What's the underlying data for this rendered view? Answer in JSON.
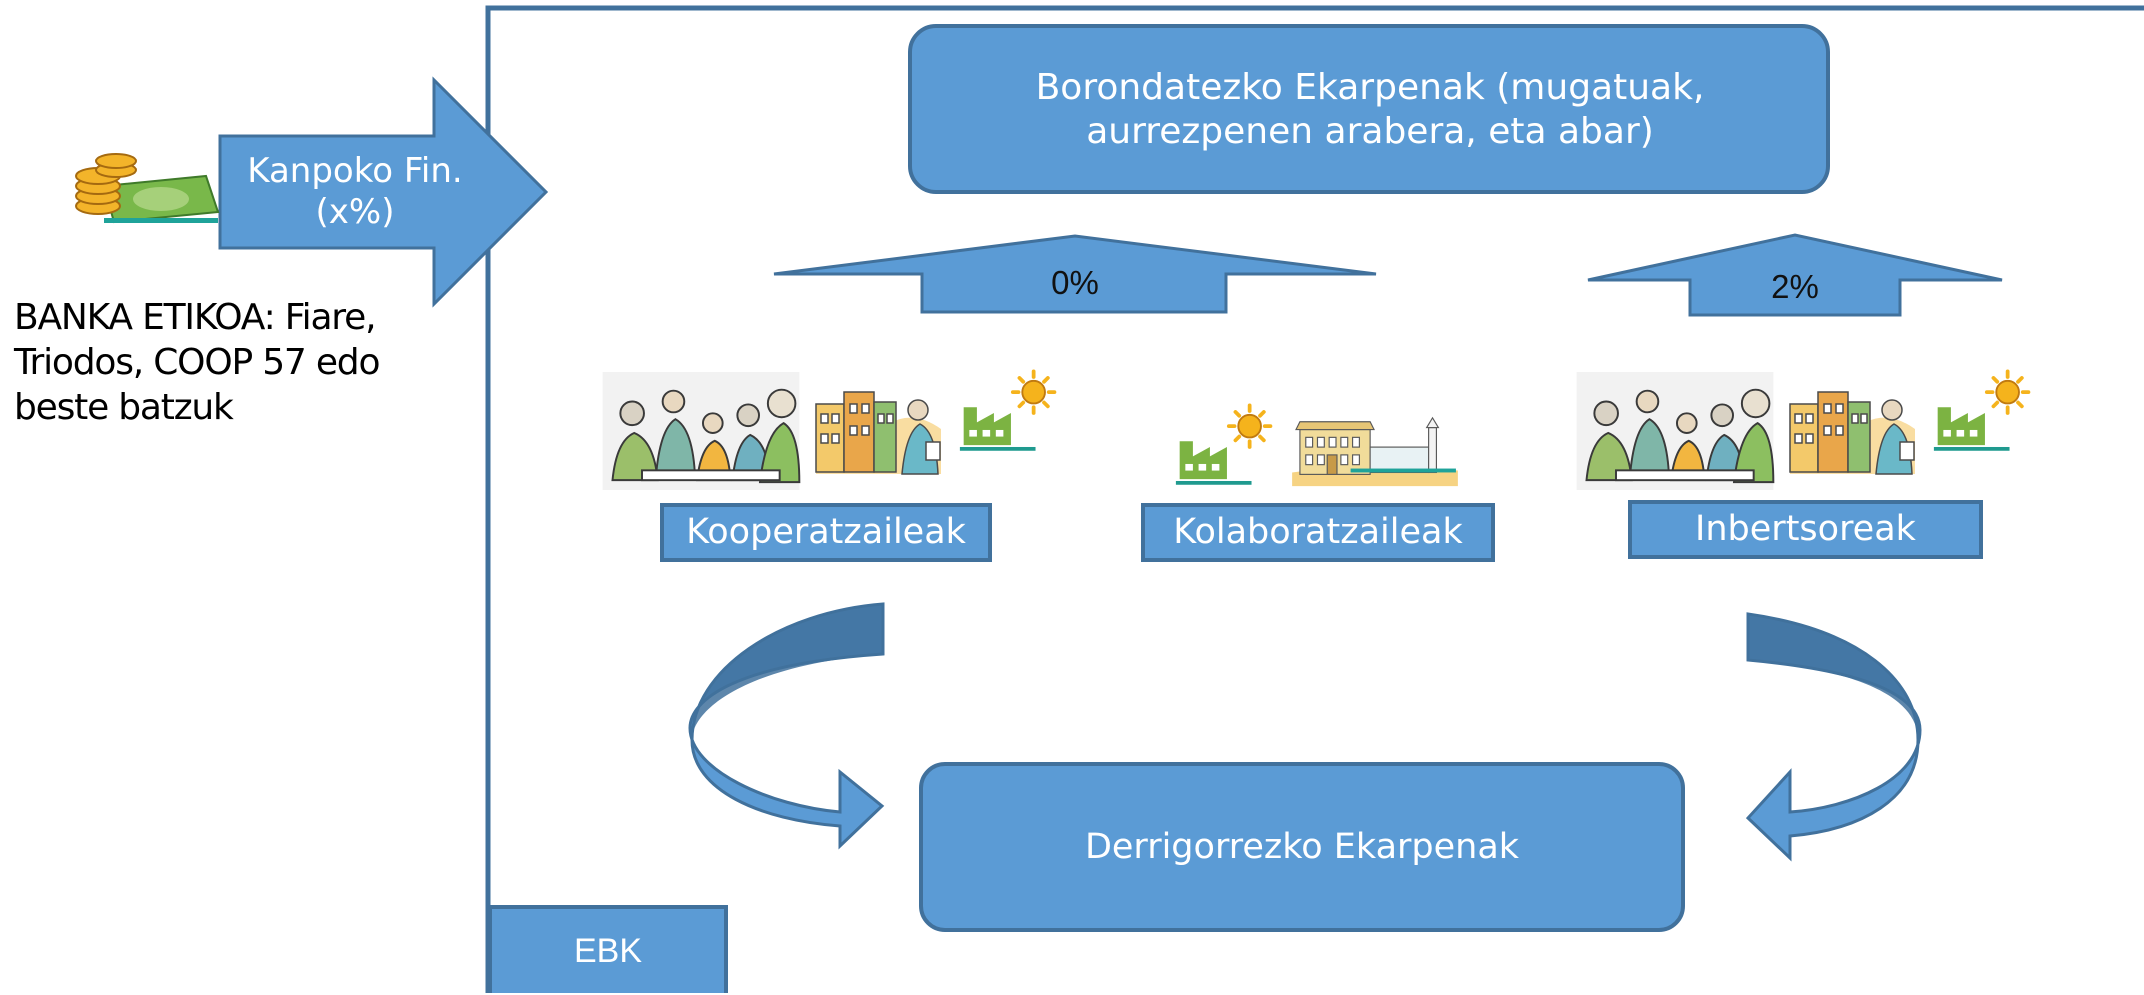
{
  "colors": {
    "box_fill": "#5b9bd5",
    "box_stroke": "#41719c",
    "curved_arrow": "#4a7fb5",
    "text_on_box": "#ffffff",
    "text_dark": "#000000"
  },
  "external_funding": {
    "arrow_label": "Kanpoko Fin.\n(x%)",
    "icon": "coins-and-banknote-icon",
    "ethical_banks": "BANKA ETIKOA: Fiare, Triodos, COOP 57 edo beste batzuk"
  },
  "top_box": "Borondatezko Ekarpenak (mugatuak, aurrezpenen arabera, eta abar)",
  "left_up_arrow": {
    "label": "0%"
  },
  "right_up_arrow": {
    "label": "2%"
  },
  "groups": [
    {
      "label": "Kooperatzaileak",
      "icons": [
        "people-meeting-icon",
        "townhouses-shopper-icon",
        "factory-sun-icon"
      ]
    },
    {
      "label": "Kolaboratzaileak",
      "icons": [
        "factory-sun-icon",
        "town-buildings-icon"
      ]
    },
    {
      "label": "Inbertsoreak",
      "icons": [
        "people-meeting-icon",
        "townhouses-shopper-icon",
        "factory-sun-icon"
      ]
    }
  ],
  "bottom_box": "Derrigorrezko Ekarpenak",
  "container_label": "EBK"
}
